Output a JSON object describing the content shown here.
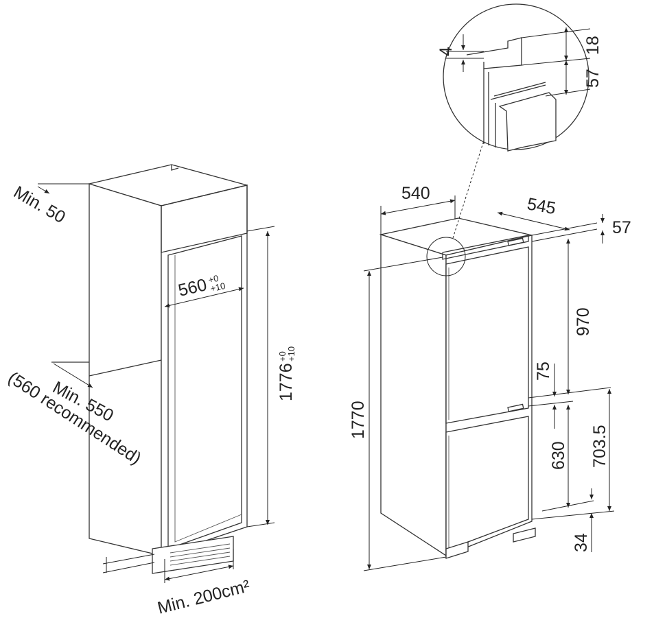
{
  "cabinet": {
    "min_gap_top": "Min. 50",
    "width": "560",
    "width_tol_plus": "+0",
    "width_tol_minus": "+10",
    "height": "1776",
    "height_tol_plus": "+0",
    "height_tol_minus": "+10",
    "min_depth": "Min. 550",
    "recommended_depth": "(560 recommended)",
    "vent_area": "Min. 200cm²"
  },
  "appliance": {
    "width": "540",
    "depth": "545",
    "top_gap": "57",
    "upper_door": "970",
    "door_gap": "75",
    "total_height": "1770",
    "lower_door": "630",
    "lower_section": "703.5",
    "base": "34"
  },
  "detail": {
    "offset": "4",
    "top_height": "18",
    "gap": "57"
  }
}
